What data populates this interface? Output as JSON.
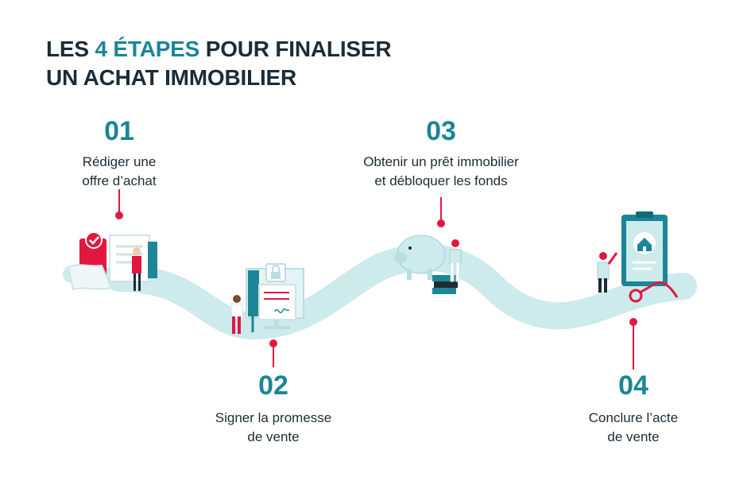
{
  "title": {
    "prefix": "LES ",
    "highlight": "4 ÉTAPES",
    "line1_rest": " POUR FINALISER",
    "line2": "UN ACHAT IMMOBILIER"
  },
  "colors": {
    "accent_teal": "#1a8696",
    "accent_red": "#e2173f",
    "path": "#cdeaec",
    "text": "#1d2b36"
  },
  "steps": [
    {
      "number": "01",
      "line1": "Rédiger une",
      "line2": "offre d’achat",
      "icon": "offer-document-icon"
    },
    {
      "number": "02",
      "line1": "Signer la promesse",
      "line2": "de vente",
      "icon": "contract-screen-icon"
    },
    {
      "number": "03",
      "line1": "Obtenir un prêt immobilier",
      "line2": "et débloquer les fonds",
      "icon": "piggy-bank-icon"
    },
    {
      "number": "04",
      "line1": "Conclure l’acte",
      "line2": "de vente",
      "icon": "house-keys-icon"
    }
  ]
}
